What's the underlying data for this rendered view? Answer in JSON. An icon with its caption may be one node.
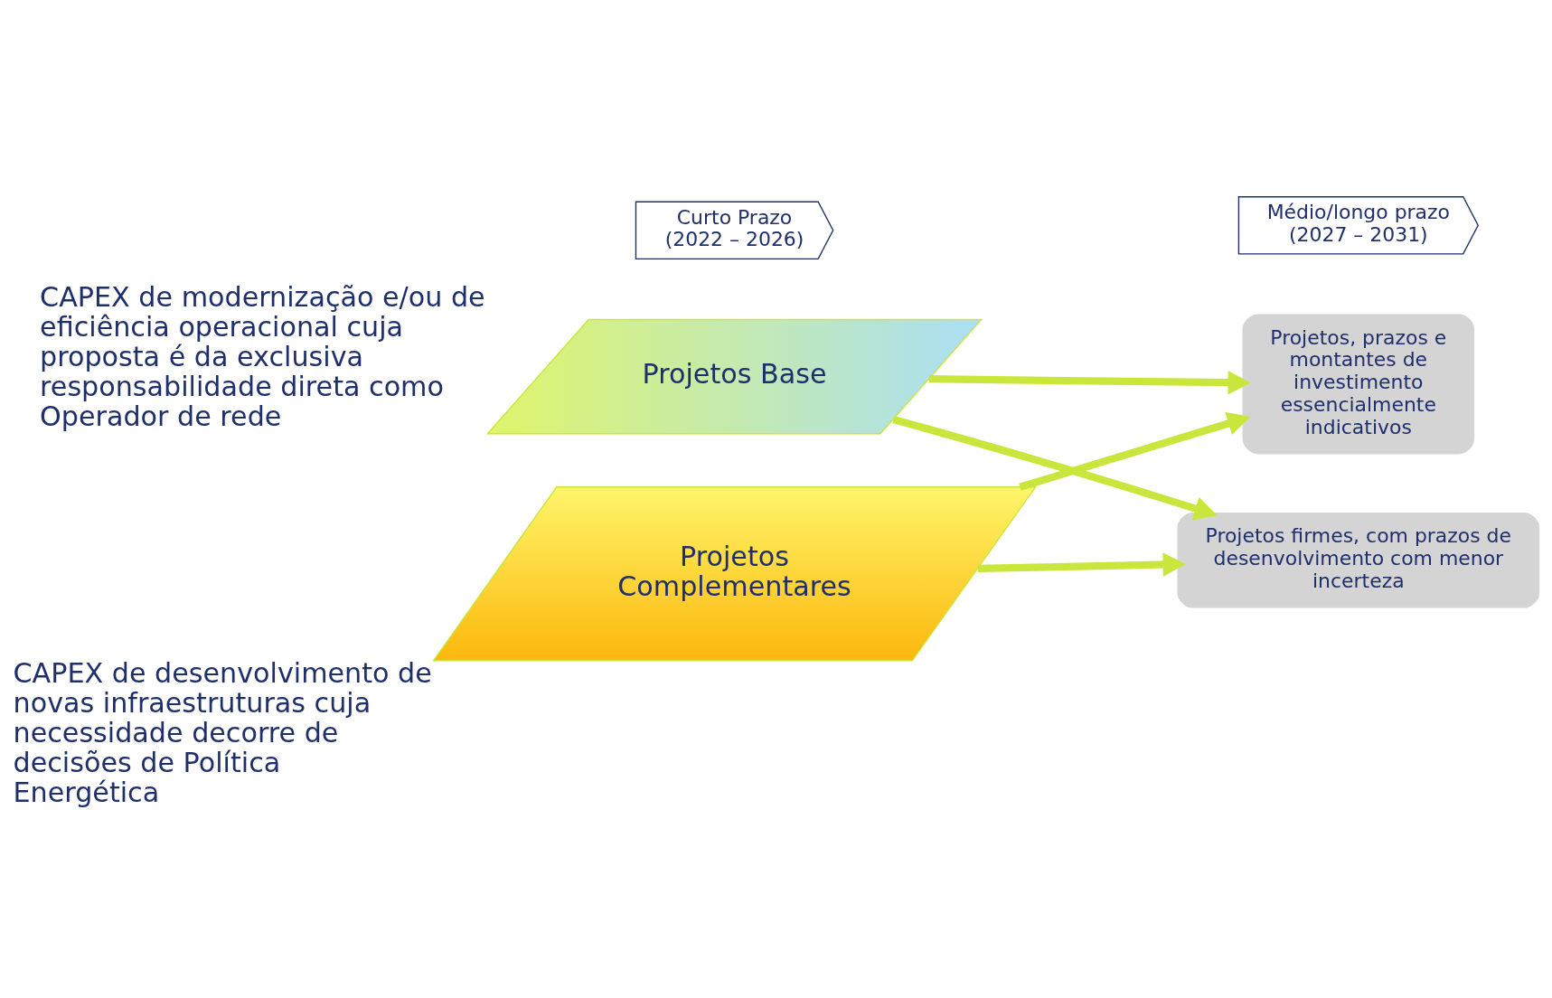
{
  "diagram": {
    "nodes": [
      {
        "text": [
          "Projetos Base"
        ],
        "beside": [
          "CAPEX de modernização e/ou de eficiência operacional cuja proposta é da exclusiva responsabilidade direta como Operador de rede"
        ]
      },
      {
        "text": [
          "Projetos Complementares"
        ],
        "beside": [
          "CAPEX de desenvolvimento de novas infraestruturas cuja necessidade decorre de decisões de Política Energética"
        ]
      },
      {
        "text": [
          "Curto Prazo (2022 – 2026)"
        ]
      },
      {
        "text": [
          "Médio/longo prazo (2027 – 2031)"
        ]
      },
      {
        "text": [
          "Projetos, prazos e montantes de investimento essencialmente indicativos"
        ]
      },
      {
        "text": [
          "Projetos firmes, com prazos de desenvolvimento com menor incerteza"
        ]
      }
    ],
    "edges": [
      {
        "from": 0,
        "to": 4,
        "arrow": "to"
      },
      {
        "from": 0,
        "to": 5,
        "arrow": "to"
      },
      {
        "from": 1,
        "to": 4,
        "arrow": "to"
      },
      {
        "from": 1,
        "to": 5,
        "arrow": "to"
      }
    ]
  }
}
